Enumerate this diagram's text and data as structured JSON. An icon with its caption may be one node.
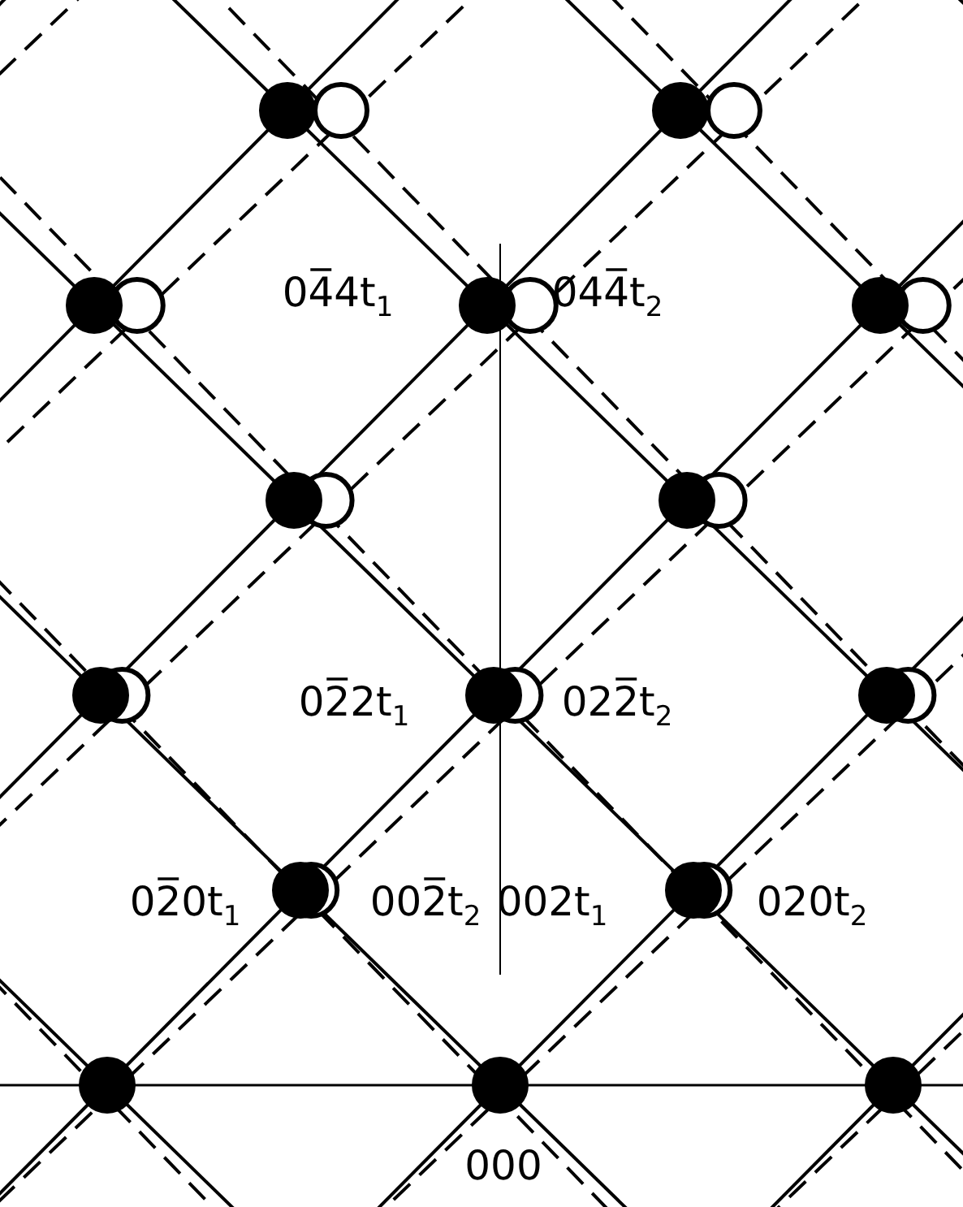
{
  "diagram": {
    "labels": [
      "04̅4t$_{1}$",
      "044̅t$_{2}$",
      "02̅2t$_{1}$",
      "022̅t$_{2}$",
      "02̅0t$_{1}$",
      "002̅t$_{2}$",
      "002t$_{1}$",
      "020t$_{2}$",
      "000"
    ]
  }
}
